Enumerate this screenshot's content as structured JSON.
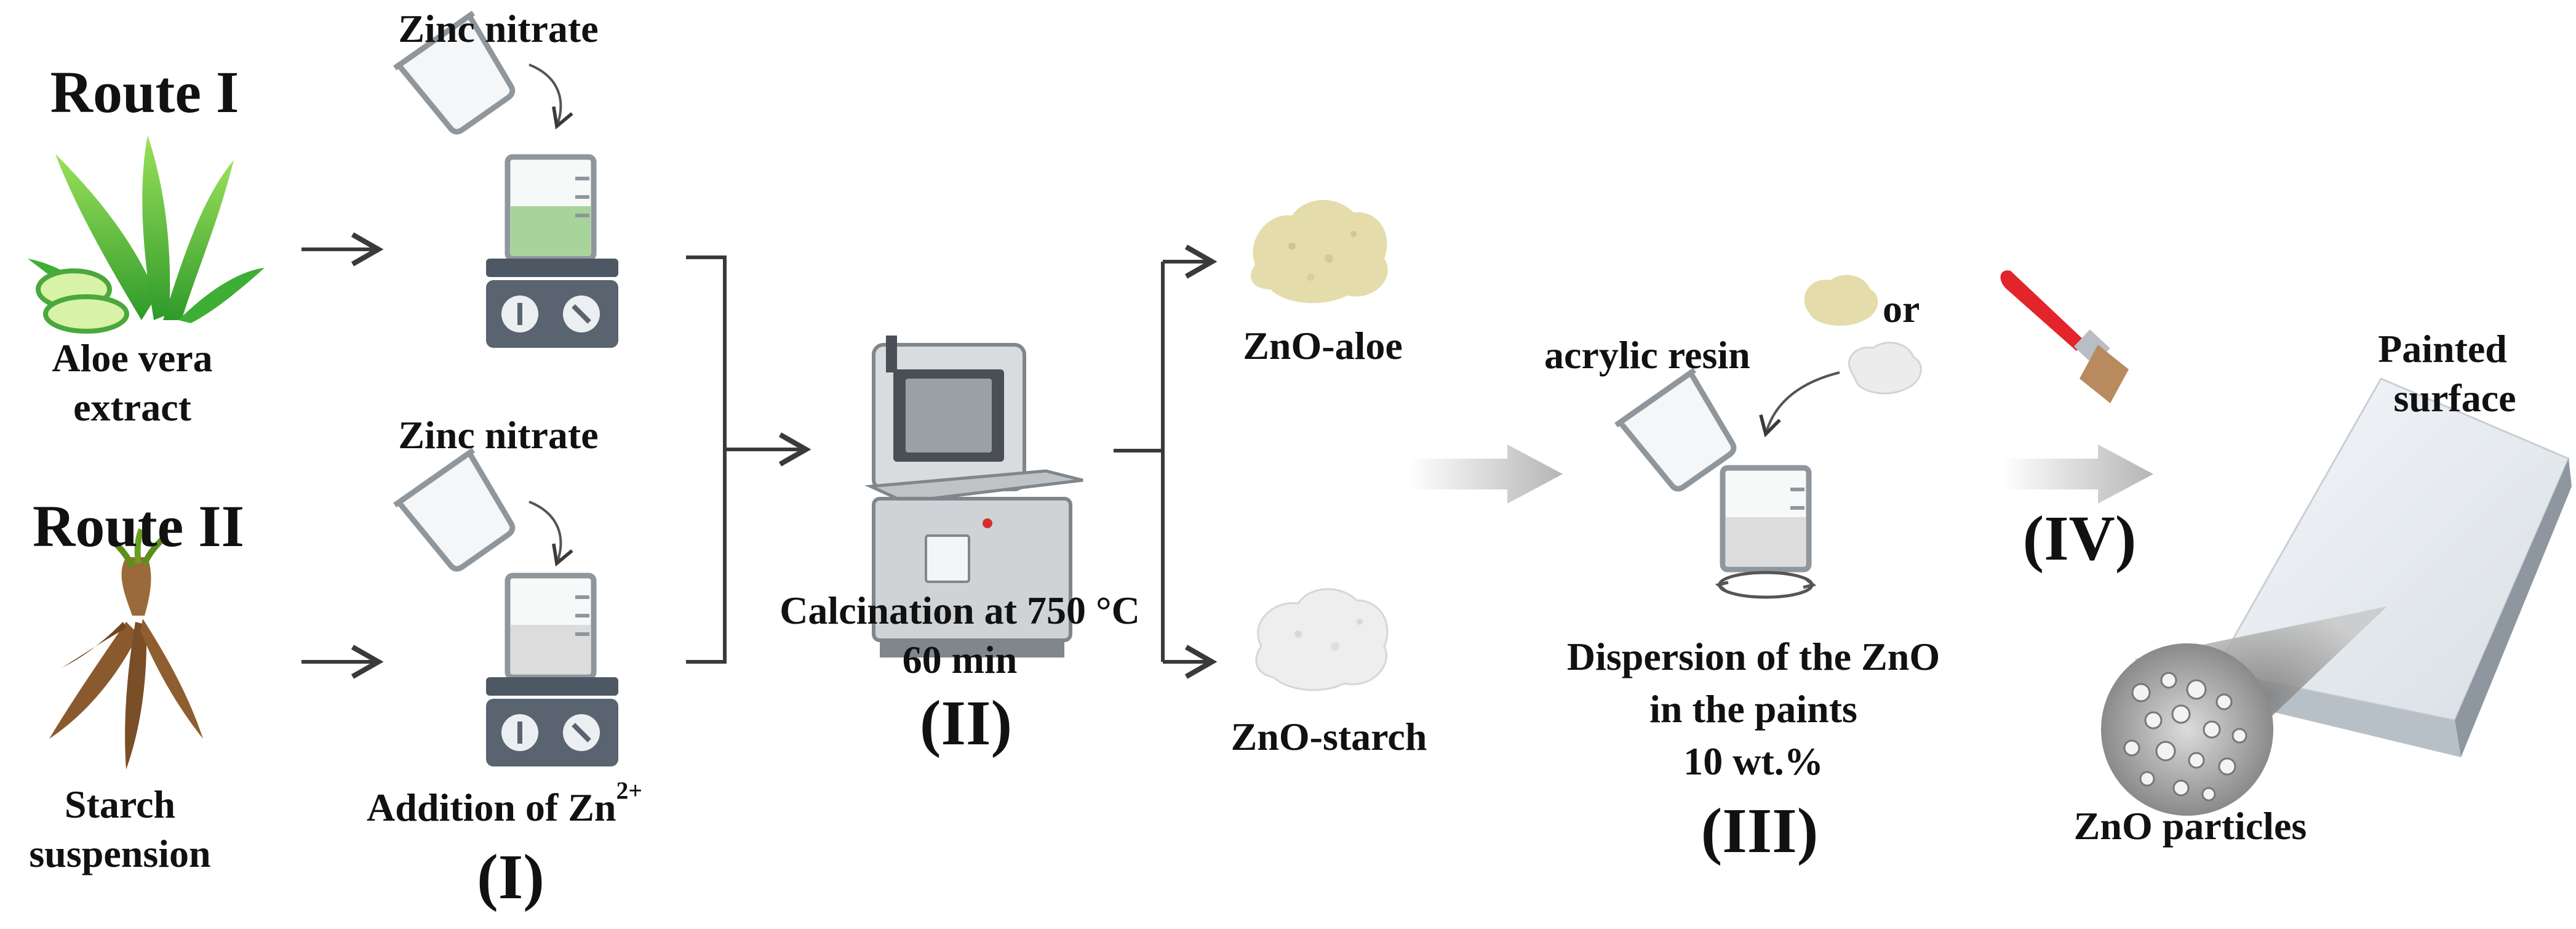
{
  "routes": {
    "route1": {
      "title": "Route I",
      "source_line1": "Aloe vera",
      "source_line2": "extract"
    },
    "route2": {
      "title": "Route II",
      "source_line1": "Starch",
      "source_line2": "suspension"
    }
  },
  "step1": {
    "reagent_top": "Zinc nitrate",
    "reagent_bottom": "Zinc nitrate",
    "caption_main": "Addition of Zn",
    "caption_sup": "2+",
    "numeral": "(I)"
  },
  "step2": {
    "caption_line1": "Calcination at 750 °C",
    "caption_line2": "60 min",
    "numeral": "(II)"
  },
  "products": {
    "top": "ZnO-aloe",
    "bottom": "ZnO-starch"
  },
  "step3": {
    "resin": "acrylic resin",
    "or": "or",
    "caption_line1": "Dispersion of the ZnO",
    "caption_line2": "in the paints",
    "caption_line3": "10 wt.%",
    "numeral": "(III)"
  },
  "step4": {
    "numeral": "(IV)",
    "surface_line1": "Painted",
    "surface_line2": "surface",
    "particles": "ZnO particles"
  },
  "colors": {
    "arrow": "#3a3a3a",
    "glass": "#9aa0a6",
    "liquid_aloe": "#a7d49a",
    "liquid_starch": "#dcdcdc",
    "stirrer": "#5a6470",
    "aloe_powder": "#e4dcaa",
    "starch_powder": "#eeeeee",
    "brush_handle": "#e3242b",
    "brush_bristle": "#b98a5e"
  }
}
